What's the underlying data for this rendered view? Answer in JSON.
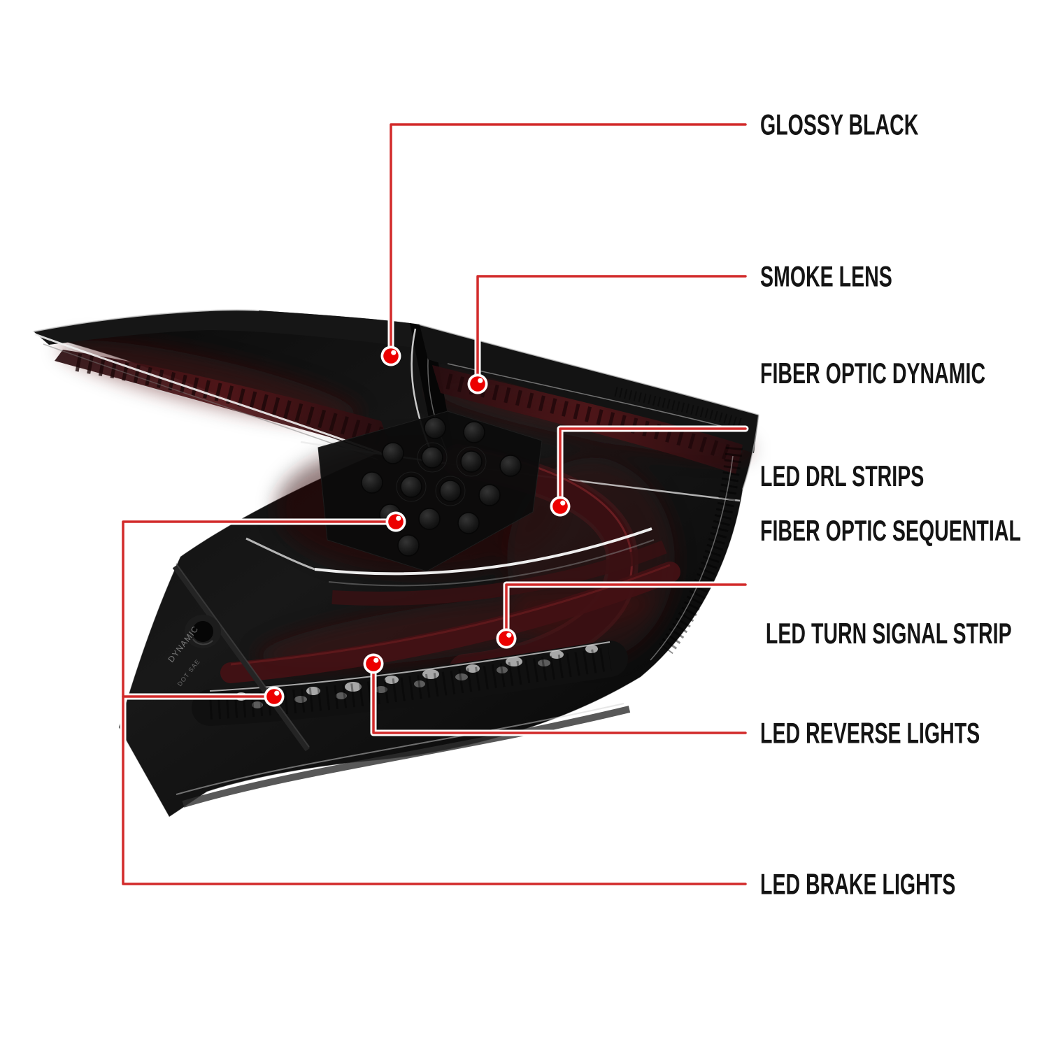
{
  "page": {
    "background_color": "#ffffff",
    "description": "Annotated product diagram of a smoked LED tail light with red callout markers"
  },
  "annotation_style": {
    "line_color": "#d22a2a",
    "line_casing_color": "#ffffff",
    "dot_fill": "#ec0000",
    "dot_ring_color": "#ffffff",
    "label_color": "#141414"
  },
  "product": {
    "stamp_lines": [
      "DYNAMIC",
      "DOT SAE"
    ]
  },
  "callouts": [
    {
      "id": "glossy-black",
      "label_lines": [
        "GLOSSY BLACK"
      ]
    },
    {
      "id": "smoke-lens",
      "label_lines": [
        "SMOKE LENS"
      ]
    },
    {
      "id": "fiber-optic-dynamic-drl",
      "label_lines": [
        "FIBER OPTIC DYNAMIC",
        "LED DRL STRIPS"
      ]
    },
    {
      "id": "fiber-optic-sequential-turn-signal",
      "label_lines": [
        "FIBER OPTIC SEQUENTIAL",
        " LED TURN SIGNAL STRIP"
      ]
    },
    {
      "id": "led-reverse-lights",
      "label_lines": [
        "LED REVERSE LIGHTS"
      ]
    },
    {
      "id": "led-brake-lights",
      "label_lines": [
        "LED BRAKE LIGHTS"
      ]
    }
  ]
}
